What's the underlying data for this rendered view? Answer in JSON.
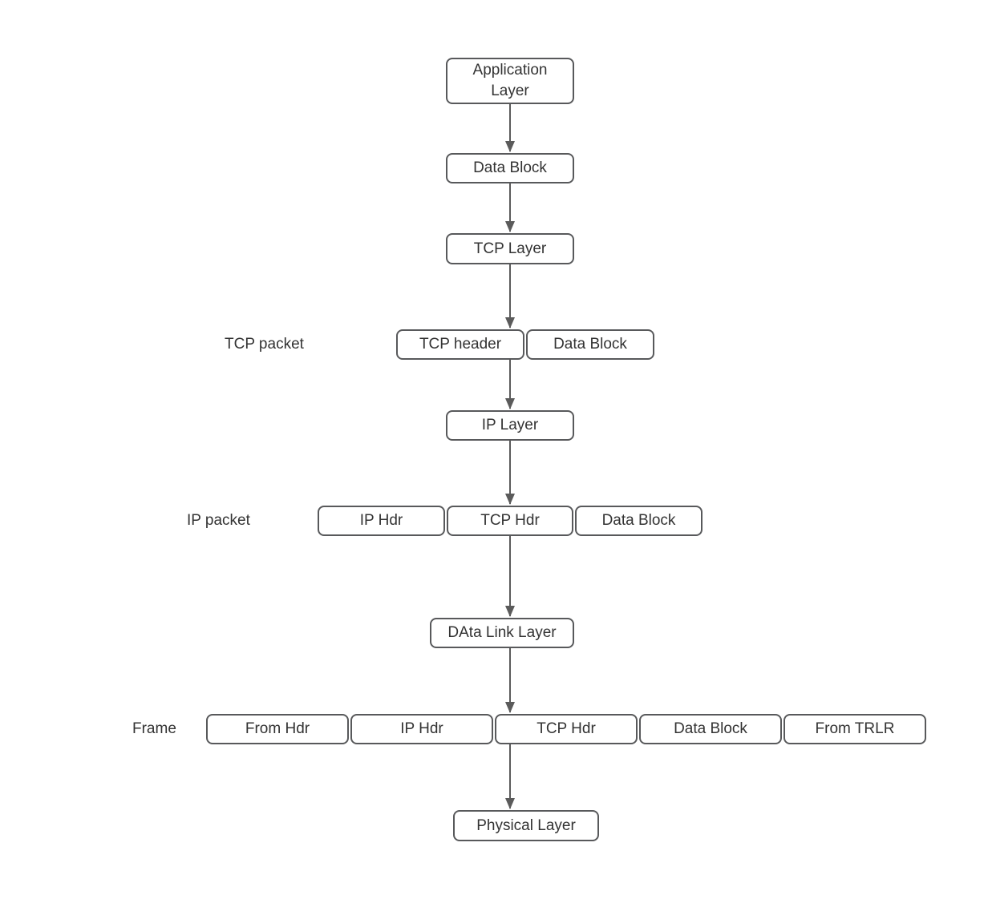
{
  "colors": {
    "background": "#ffffff",
    "box_fill": "#ffffff",
    "border": "#58595b",
    "text": "#333333",
    "arrow": "#5b5b5b"
  },
  "flow": {
    "application_layer": "Application\nLayer",
    "data_block": "Data Block",
    "tcp_layer": "TCP Layer",
    "ip_layer": "IP Layer",
    "data_link_layer": "DAta Link Layer",
    "physical_layer": "Physical Layer"
  },
  "rows": {
    "tcp_packet": {
      "label": "TCP packet",
      "cells": [
        "TCP header",
        "Data Block"
      ]
    },
    "ip_packet": {
      "label": "IP packet",
      "cells": [
        "IP Hdr",
        "TCP Hdr",
        "Data Block"
      ]
    },
    "frame": {
      "label": "Frame",
      "cells": [
        "From Hdr",
        "IP Hdr",
        "TCP Hdr",
        "Data Block",
        "From TRLR"
      ]
    }
  }
}
